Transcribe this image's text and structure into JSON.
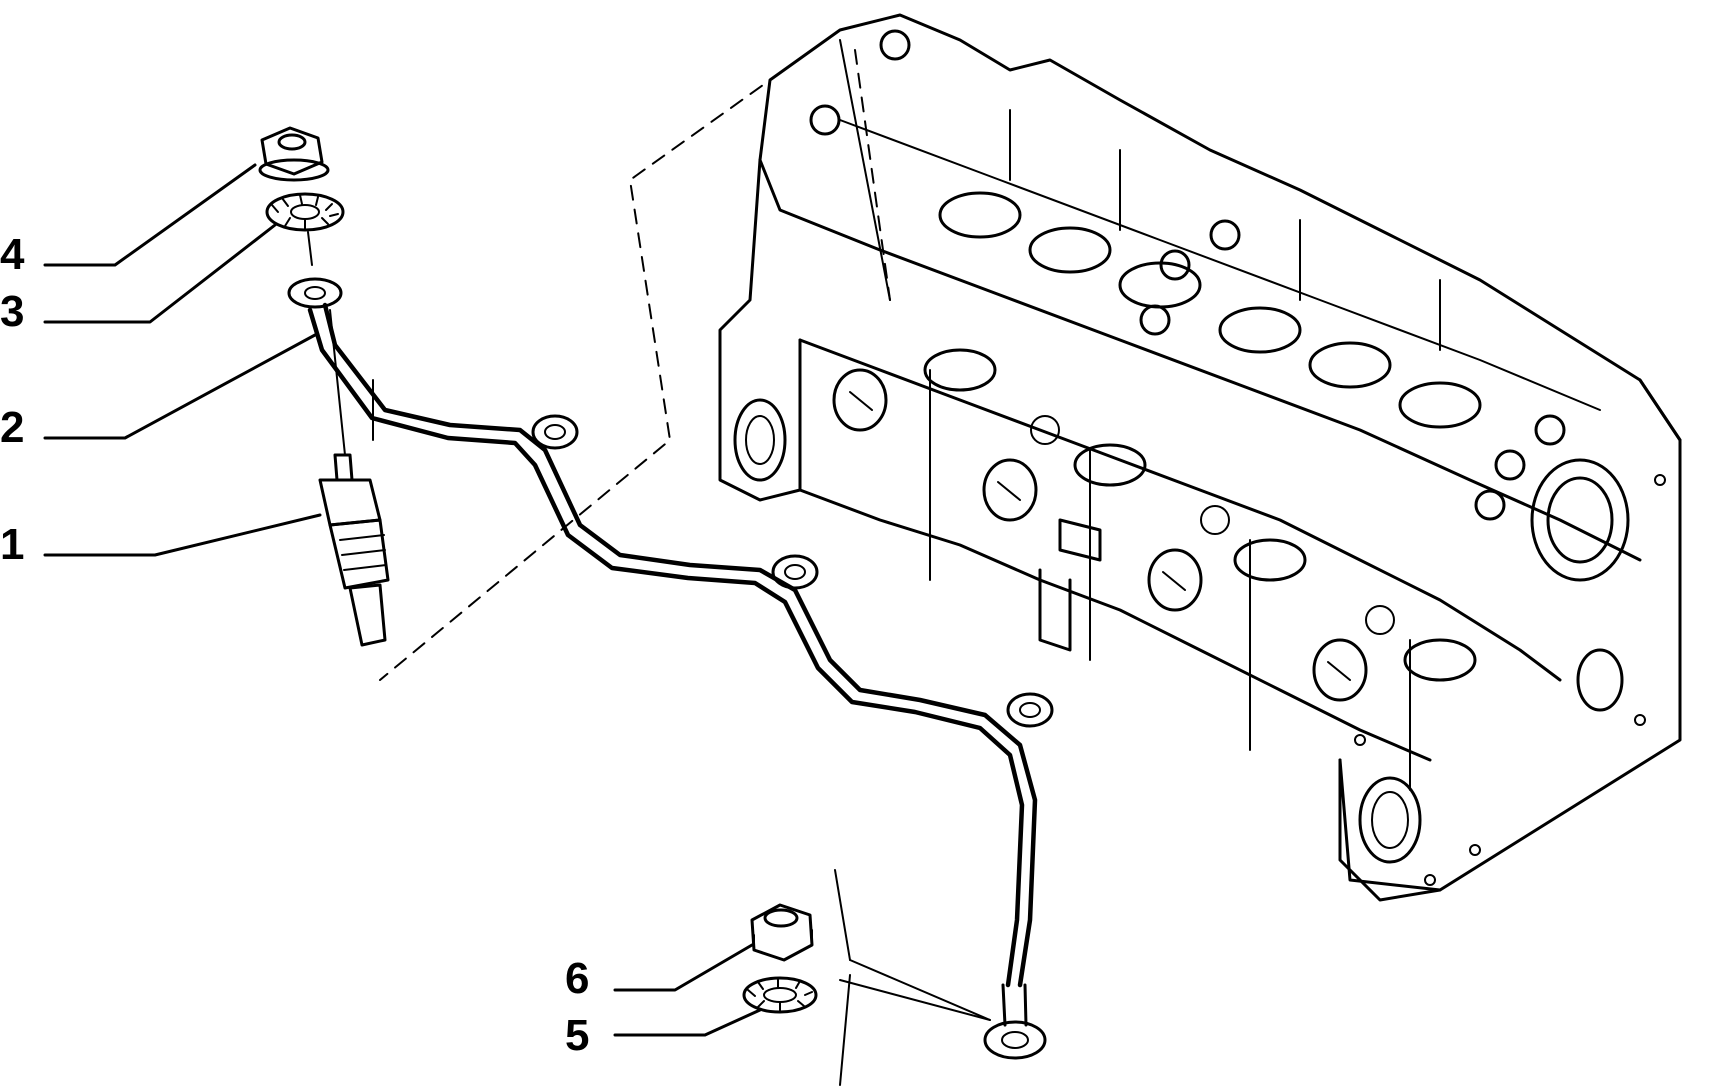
{
  "callouts": [
    {
      "id": "c1",
      "number": "1",
      "part": "glow-plug"
    },
    {
      "id": "c2",
      "number": "2",
      "part": "glow-plug-connector-cable"
    },
    {
      "id": "c3",
      "number": "3",
      "part": "toothed-washer"
    },
    {
      "id": "c4",
      "number": "4",
      "part": "flanged-nut"
    },
    {
      "id": "c5",
      "number": "5",
      "part": "toothed-washer"
    },
    {
      "id": "c6",
      "number": "6",
      "part": "self-locking-nut"
    }
  ],
  "colors": {
    "ink": "#000000",
    "background": "#ffffff"
  }
}
